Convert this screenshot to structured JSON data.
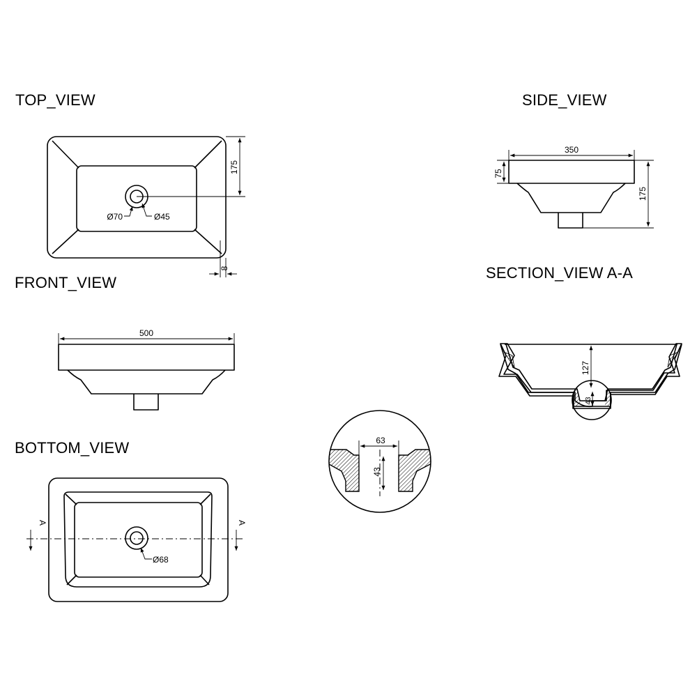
{
  "views": {
    "top": "TOP_VIEW",
    "side": "SIDE_VIEW",
    "front": "FRONT_VIEW",
    "section": "SECTION_VIEW  A-A",
    "bottom": "BOTTOM_VIEW"
  },
  "dimensions": {
    "top_depth": "175",
    "top_outer_diameter": "Ø70",
    "top_inner_diameter": "Ø45",
    "top_rim": "8",
    "side_width": "350",
    "side_rim": "75",
    "side_height": "175",
    "front_width": "500",
    "section_depth": "127",
    "section_drain": "43",
    "detail_width": "63",
    "detail_height": "43",
    "bottom_diameter": "Ø68"
  },
  "section_marks": {
    "left": "A",
    "right": "A"
  }
}
